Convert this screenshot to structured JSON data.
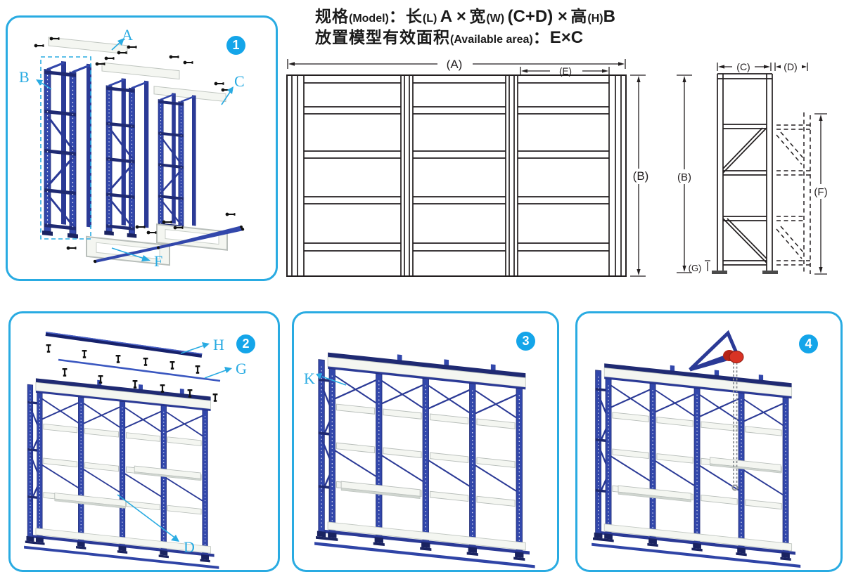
{
  "colors": {
    "accent_cyan": "#29abe2",
    "badge_blue": "#14a5e9",
    "rack_blue": "#3247ab",
    "rack_dark": "#1f2a72",
    "shelf_white": "#f4f6f1",
    "hoist_red": "#d93325",
    "line_ink": "#231f20"
  },
  "title": {
    "line1": {
      "s1": "规格",
      "s2": "(Model)",
      "s3": "：长",
      "s4": "(L)",
      "s5": "A ×",
      "s6": "宽",
      "s7": "(W)",
      "s8": "(C+D) ×",
      "s9": "高",
      "s10": "(H)",
      "s11": "B"
    },
    "line2": {
      "s1": "放置模型有效面积",
      "s2": "(Available area)",
      "s3": "：",
      "s4": "E×C"
    }
  },
  "front_view": {
    "dim_a": "(A)",
    "dim_e": "(E)",
    "dim_b": "(B)"
  },
  "side_view": {
    "dim_c": "(C)",
    "dim_d": "(D)",
    "dim_b": "(B)",
    "dim_f": "(F)",
    "dim_g": "(G)"
  },
  "panel1": {
    "number": "1",
    "label_a": "A",
    "label_b": "B",
    "label_c": "C",
    "label_f": "F"
  },
  "panel2": {
    "number": "2",
    "label_h": "H",
    "label_g": "G",
    "label_d": "D"
  },
  "panel3": {
    "number": "3",
    "label_k": "K"
  },
  "panel4": {
    "number": "4"
  }
}
